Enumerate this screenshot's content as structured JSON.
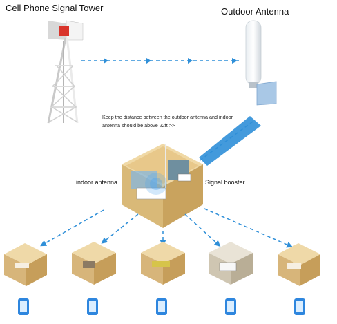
{
  "labels": {
    "tower": "Cell Phone Signal Tower",
    "outdoor_antenna": "Outdoor Antenna",
    "note": "Keep the distance between the outdoor antenna and indoor antenna should be above 22ft >>",
    "indoor_antenna": "indoor antenna",
    "signal_booster": "Signal booster",
    "distance": "22ft"
  },
  "colors": {
    "signal_arrow": "#2f8fd8",
    "wall": "#f2dca8",
    "wall_dark": "#d9b978",
    "floor": "#e9c98a",
    "tower": "#eeeeee",
    "tower_red": "#d9342b",
    "phone_blue": "#2e86de"
  },
  "icons": [
    "tower-icon",
    "antenna-icon",
    "house-icon",
    "room-icon",
    "phone-icon"
  ]
}
